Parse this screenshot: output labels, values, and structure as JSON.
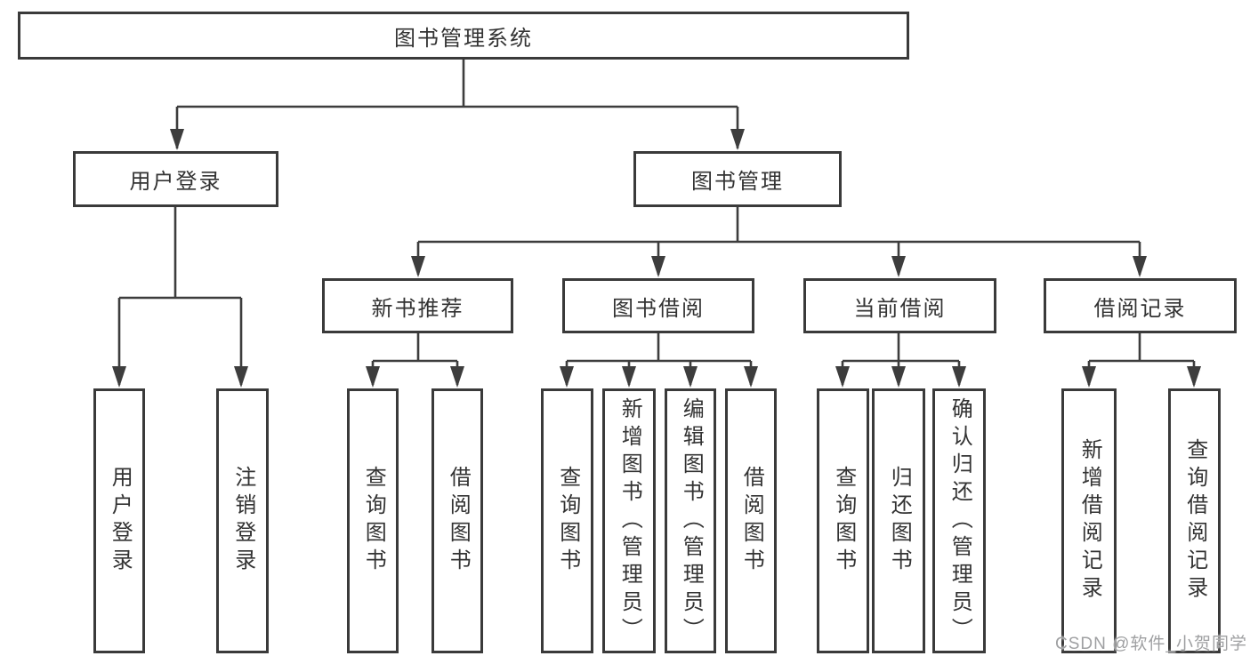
{
  "diagram": {
    "type": "tree",
    "root": {
      "label": "图书管理系统"
    },
    "branches": [
      {
        "label": "用户登录",
        "children": [
          {
            "label": "用户登录"
          },
          {
            "label": "注销登录"
          }
        ]
      },
      {
        "label": "图书管理",
        "children": [
          {
            "label": "新书推荐",
            "children": [
              {
                "label": "查询图书"
              },
              {
                "label": "借阅图书"
              }
            ]
          },
          {
            "label": "图书借阅",
            "children": [
              {
                "label": "查询图书"
              },
              {
                "label": "新增图书（管理员）"
              },
              {
                "label": "编辑图书（管理员）"
              },
              {
                "label": "借阅图书"
              }
            ]
          },
          {
            "label": "当前借阅",
            "children": [
              {
                "label": "查询图书"
              },
              {
                "label": "归还图书"
              },
              {
                "label": "确认归还（管理员）"
              }
            ]
          },
          {
            "label": "借阅记录",
            "children": [
              {
                "label": "新增借阅记录"
              },
              {
                "label": "查询借阅记录"
              }
            ]
          }
        ]
      }
    ]
  },
  "watermark": "CSDN @软件_小贺同学",
  "colors": {
    "line": "#3d3d3d",
    "border": "#3a3a3a",
    "text": "#333333",
    "watermark": "#9fa0a2",
    "background": "#ffffff"
  }
}
